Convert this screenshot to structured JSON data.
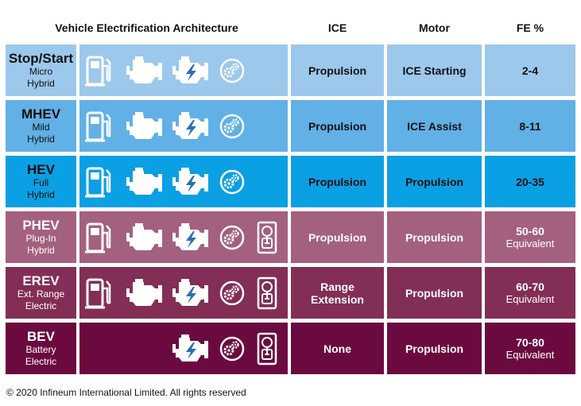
{
  "headers": {
    "architecture": "Vehicle Electrification Architecture",
    "ice": "ICE",
    "motor": "Motor",
    "fe": "FE %"
  },
  "rows": [
    {
      "name": "Stop/Start",
      "sub1": "Micro",
      "sub2": "Hybrid",
      "ice": "Propulsion",
      "ice2": "",
      "motor": "ICE Starting",
      "fe": "2-4",
      "fe2": "",
      "icons": [
        "fuel-pump-icon",
        "engine-icon",
        "electric-engine-icon",
        "gear-icon"
      ],
      "color": "#9cc8ec",
      "dark": false
    },
    {
      "name": "MHEV",
      "sub1": "Mild",
      "sub2": "Hybrid",
      "ice": "Propulsion",
      "ice2": "",
      "motor": "ICE Assist",
      "fe": "8-11",
      "fe2": "",
      "icons": [
        "fuel-pump-icon",
        "engine-icon",
        "electric-engine-icon",
        "gear-icon"
      ],
      "color": "#61b0e6",
      "dark": false
    },
    {
      "name": "HEV",
      "sub1": "Full",
      "sub2": "Hybrid",
      "ice": "Propulsion",
      "ice2": "",
      "motor": "Propulsion",
      "fe": "20-35",
      "fe2": "",
      "icons": [
        "fuel-pump-icon",
        "engine-icon",
        "electric-engine-icon",
        "gear-icon"
      ],
      "color": "#0b9fe3",
      "dark": false
    },
    {
      "name": "PHEV",
      "sub1": "Plug-In",
      "sub2": "Hybrid",
      "ice": "Propulsion",
      "ice2": "",
      "motor": "Propulsion",
      "fe": "50-60",
      "fe2": "Equivalent",
      "icons": [
        "fuel-pump-icon",
        "engine-icon",
        "electric-engine-icon",
        "gear-icon",
        "charging-plug-icon"
      ],
      "color": "#a4607f",
      "dark": true
    },
    {
      "name": "EREV",
      "sub1": "Ext. Range",
      "sub2": "Electric",
      "ice": "Range",
      "ice2": "Extension",
      "motor": "Propulsion",
      "fe": "60-70",
      "fe2": "Equivalent",
      "icons": [
        "fuel-pump-icon",
        "engine-icon",
        "electric-engine-icon",
        "gear-icon",
        "charging-plug-icon"
      ],
      "color": "#822e56",
      "dark": true
    },
    {
      "name": "BEV",
      "sub1": "Battery",
      "sub2": "Electric",
      "ice": "None",
      "ice2": "",
      "motor": "Propulsion",
      "fe": "70-80",
      "fe2": "Equivalent",
      "icons": [
        "electric-engine-icon",
        "gear-icon",
        "charging-plug-icon"
      ],
      "color": "#6b0a3e",
      "dark": true
    }
  ],
  "footer": "© 2020 Infineum International Limited. All rights reserved"
}
